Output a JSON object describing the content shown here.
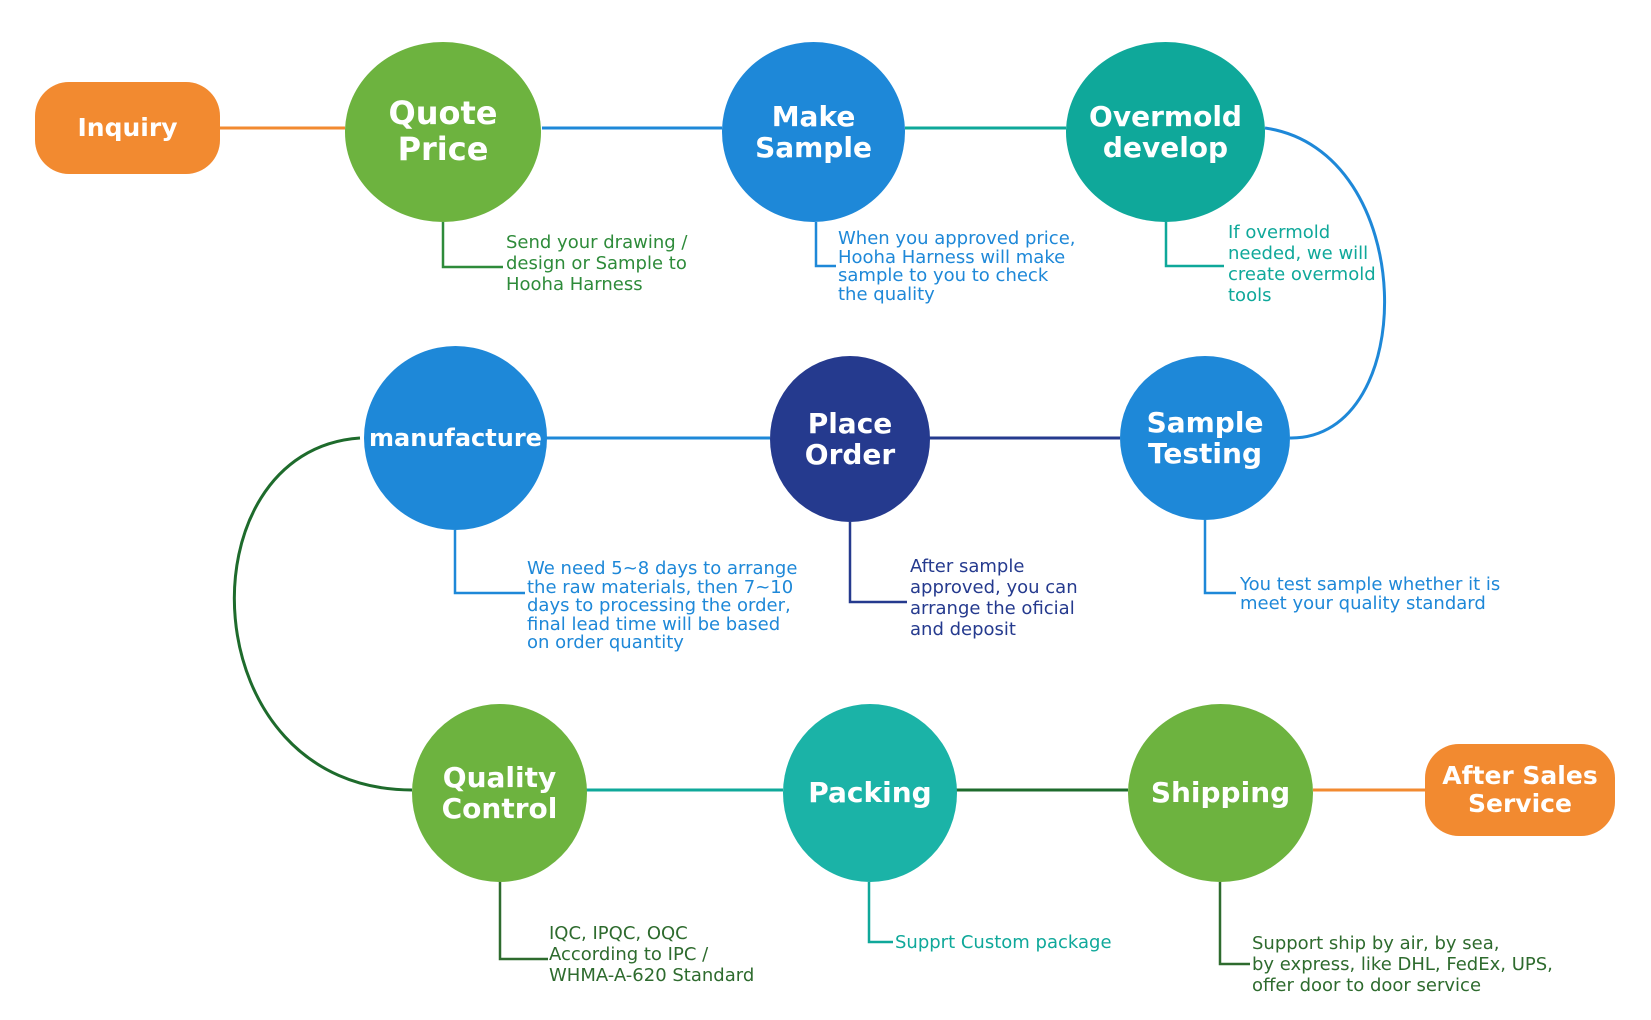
{
  "colors": {
    "orange": "#F28A30",
    "green": "#6DB33F",
    "blue": "#1E88D8",
    "teal": "#0FA89A",
    "navy": "#253A8E",
    "dark_green": "#1E6B2C"
  },
  "start": {
    "label": "Inquiry"
  },
  "end": {
    "label": "After Sales\nService"
  },
  "steps": [
    {
      "id": "quote-price",
      "label": "Quote\nPrice",
      "note": "Send your drawing /\ndesign or Sample to\nHooha Harness"
    },
    {
      "id": "make-sample",
      "label": "Make\nSample",
      "note": "When you approved price,\nHooha Harness will make\nsample to you to check\nthe quality"
    },
    {
      "id": "overmold-develop",
      "label": "Overmold\ndevelop",
      "note": "If overmold\nneeded, we will\ncreate overmold\ntools"
    },
    {
      "id": "sample-testing",
      "label": "Sample\nTesting",
      "note": "You test sample whether it is\nmeet your quality standard"
    },
    {
      "id": "place-order",
      "label": "Place\nOrder",
      "note": "After sample\napproved, you can\narrange the oficial\nand deposit"
    },
    {
      "id": "manufacture",
      "label": "manufacture",
      "note": "We need 5~8 days to arrange\nthe raw materials, then 7~10\ndays to processing the order,\nfinal lead time will be based\non order quantity"
    },
    {
      "id": "quality-control",
      "label": "Quality\nControl",
      "note": "IQC, IPQC, OQC\nAccording to IPC /\nWHMA-A-620 Standard"
    },
    {
      "id": "packing",
      "label": "Packing",
      "note": "Supprt Custom package"
    },
    {
      "id": "shipping",
      "label": "Shipping",
      "note": "Support ship by air, by sea,\nby express, like DHL, FedEx, UPS,\noffer door to door service"
    }
  ]
}
